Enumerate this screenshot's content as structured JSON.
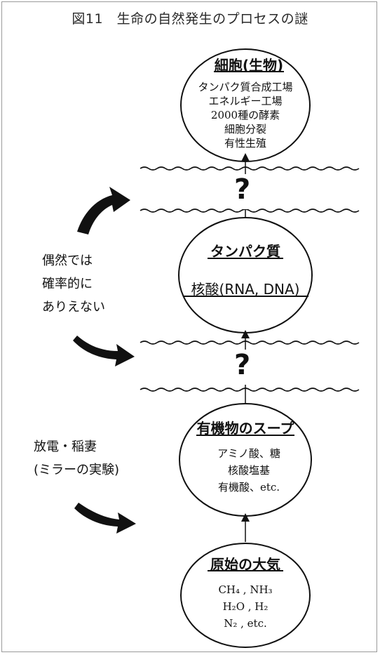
{
  "title": "図11　生命の自然発生のプロセスの謎",
  "stages": {
    "cell": {
      "title": "細胞(生物)",
      "lines": [
        "タンパク質合成工場",
        "エネルギー工場",
        "2000種の酵素",
        "細胞分裂",
        "有性生殖"
      ]
    },
    "protein": {
      "title": "タンパク質",
      "subtitle": "核酸(RNA, DNA)"
    },
    "soup": {
      "title": "有機物のスープ",
      "lines": [
        "アミノ酸、糖",
        "核酸塩基",
        "有機酸、etc."
      ]
    },
    "atmosphere": {
      "title": "原始の大気",
      "lines": [
        "CH₄ , NH₃",
        "H₂O , H₂",
        "N₂ , etc."
      ]
    }
  },
  "unknown_mark": "?",
  "side_notes": {
    "improbable": [
      "偶然では",
      "確率的に",
      "ありえない"
    ],
    "discharge": [
      "放電・稲妻",
      "(ミラーの実験)"
    ]
  }
}
